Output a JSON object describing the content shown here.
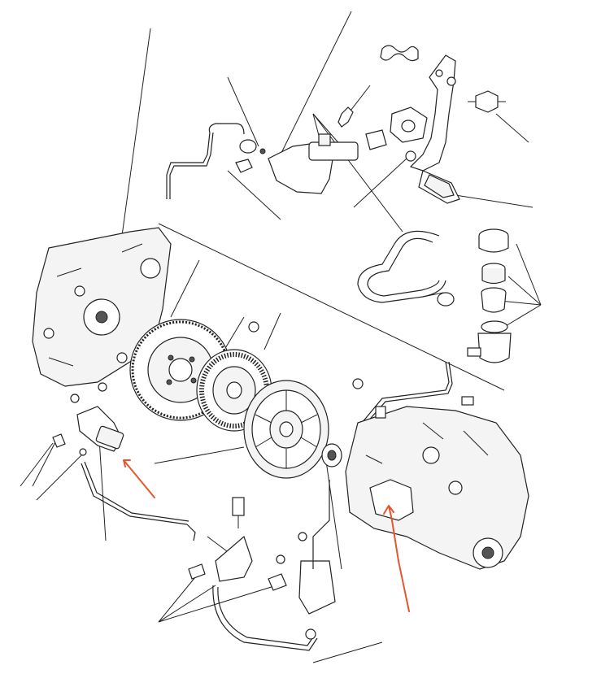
{
  "colors": {
    "ink": "#222222",
    "background": "#ffffff",
    "annotation_arrow": "#e4572e"
  },
  "components": [
    "clutch-pedal-assembly",
    "clutch-master-cylinder",
    "clutch-fluid-reservoir",
    "reservoir-hose",
    "clutch-pipe",
    "engine-block",
    "flywheel",
    "clutch-disc",
    "pressure-plate",
    "release-bearing",
    "transmission",
    "clutch-slave-cylinder",
    "clutch-hose",
    "hose-bracket"
  ],
  "annotations": [
    {
      "name": "slave-cylinder-arrow",
      "points_to": "clutch-slave-cylinder"
    },
    {
      "name": "transmission-arrow",
      "points_to": "release-fork-area"
    }
  ]
}
